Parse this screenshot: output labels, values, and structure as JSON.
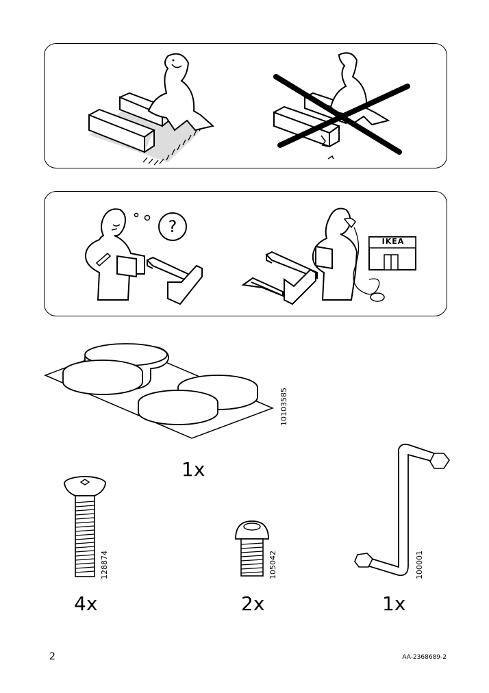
{
  "page_number": "2",
  "document_id": "AA-2368689-2",
  "brand_sign": "IKEA",
  "question_mark": "?",
  "parts": [
    {
      "article": "10103585",
      "quantity": "1x"
    },
    {
      "article": "128874",
      "quantity": "4x"
    },
    {
      "article": "105042",
      "quantity": "2x"
    },
    {
      "article": "100001",
      "quantity": "1x"
    }
  ]
}
